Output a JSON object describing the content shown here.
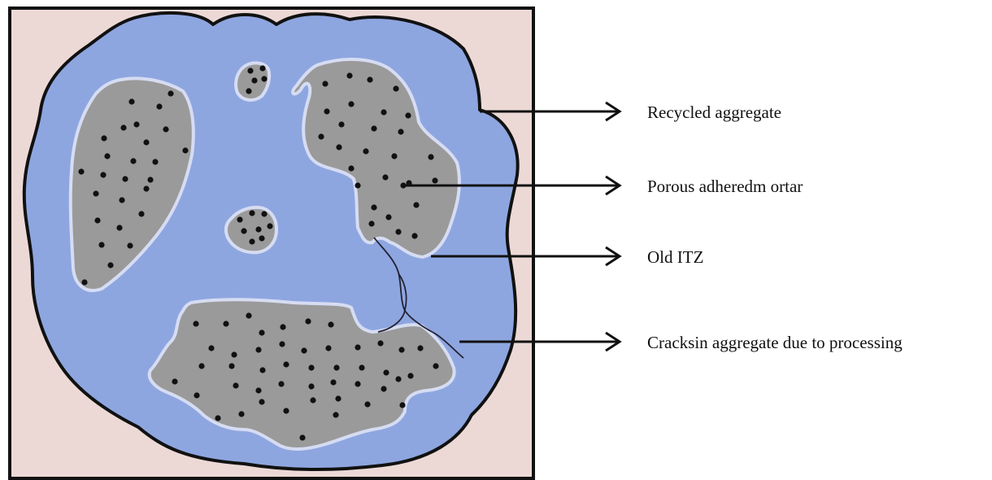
{
  "labels": {
    "recycled_aggregate": "Recycled aggregate",
    "porous_mortar": "Porous adheredm ortar",
    "old_itz": "Old ITZ",
    "cracks": "Cracksin aggregate due to processing"
  },
  "colors": {
    "background_box": "#ecd9d6",
    "aggregate_fill": "#8ea6e0",
    "mortar_fill": "#9a9a9a",
    "itz_outline": "#d6dcf2",
    "pore_dot": "#111111",
    "outline": "#111111"
  }
}
